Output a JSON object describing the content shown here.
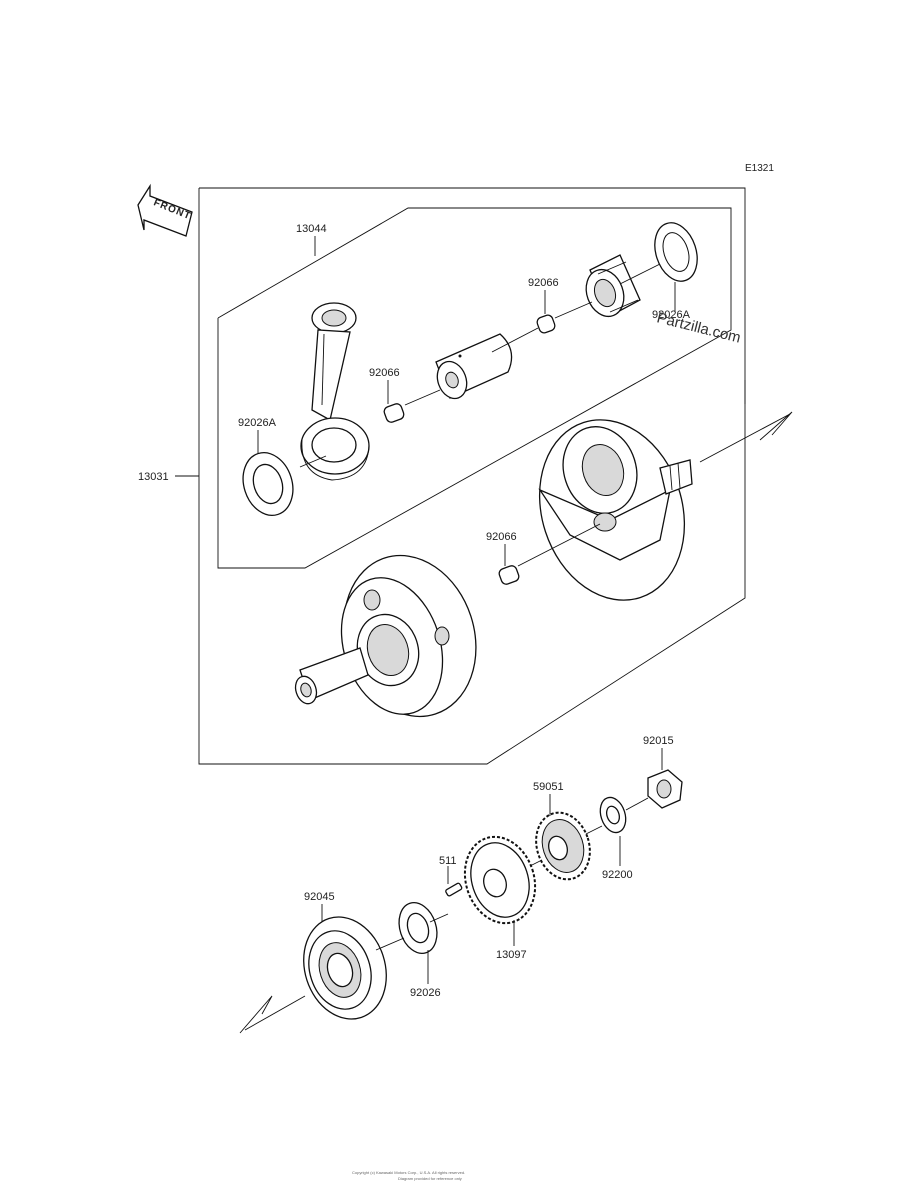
{
  "diagram": {
    "code": "E1321",
    "front_label": "FRONT",
    "watermark": "Partzilla.com",
    "footer_line1": "Copyright (c) Kawasaki Motors Corp., U.S.A. All rights reserved.",
    "footer_line2": "Diagram provided for reference only",
    "parts": {
      "p13031": "13031",
      "p13044": "13044",
      "p92066_top": "92066",
      "p92026A_top": "92026A",
      "p92066_mid": "92066",
      "p92026A_left": "92026A",
      "p92066_low": "92066",
      "p92015": "92015",
      "p59051": "59051",
      "p511": "511",
      "p92200": "92200",
      "p92045": "92045",
      "p13097": "13097",
      "p92026": "92026"
    }
  }
}
